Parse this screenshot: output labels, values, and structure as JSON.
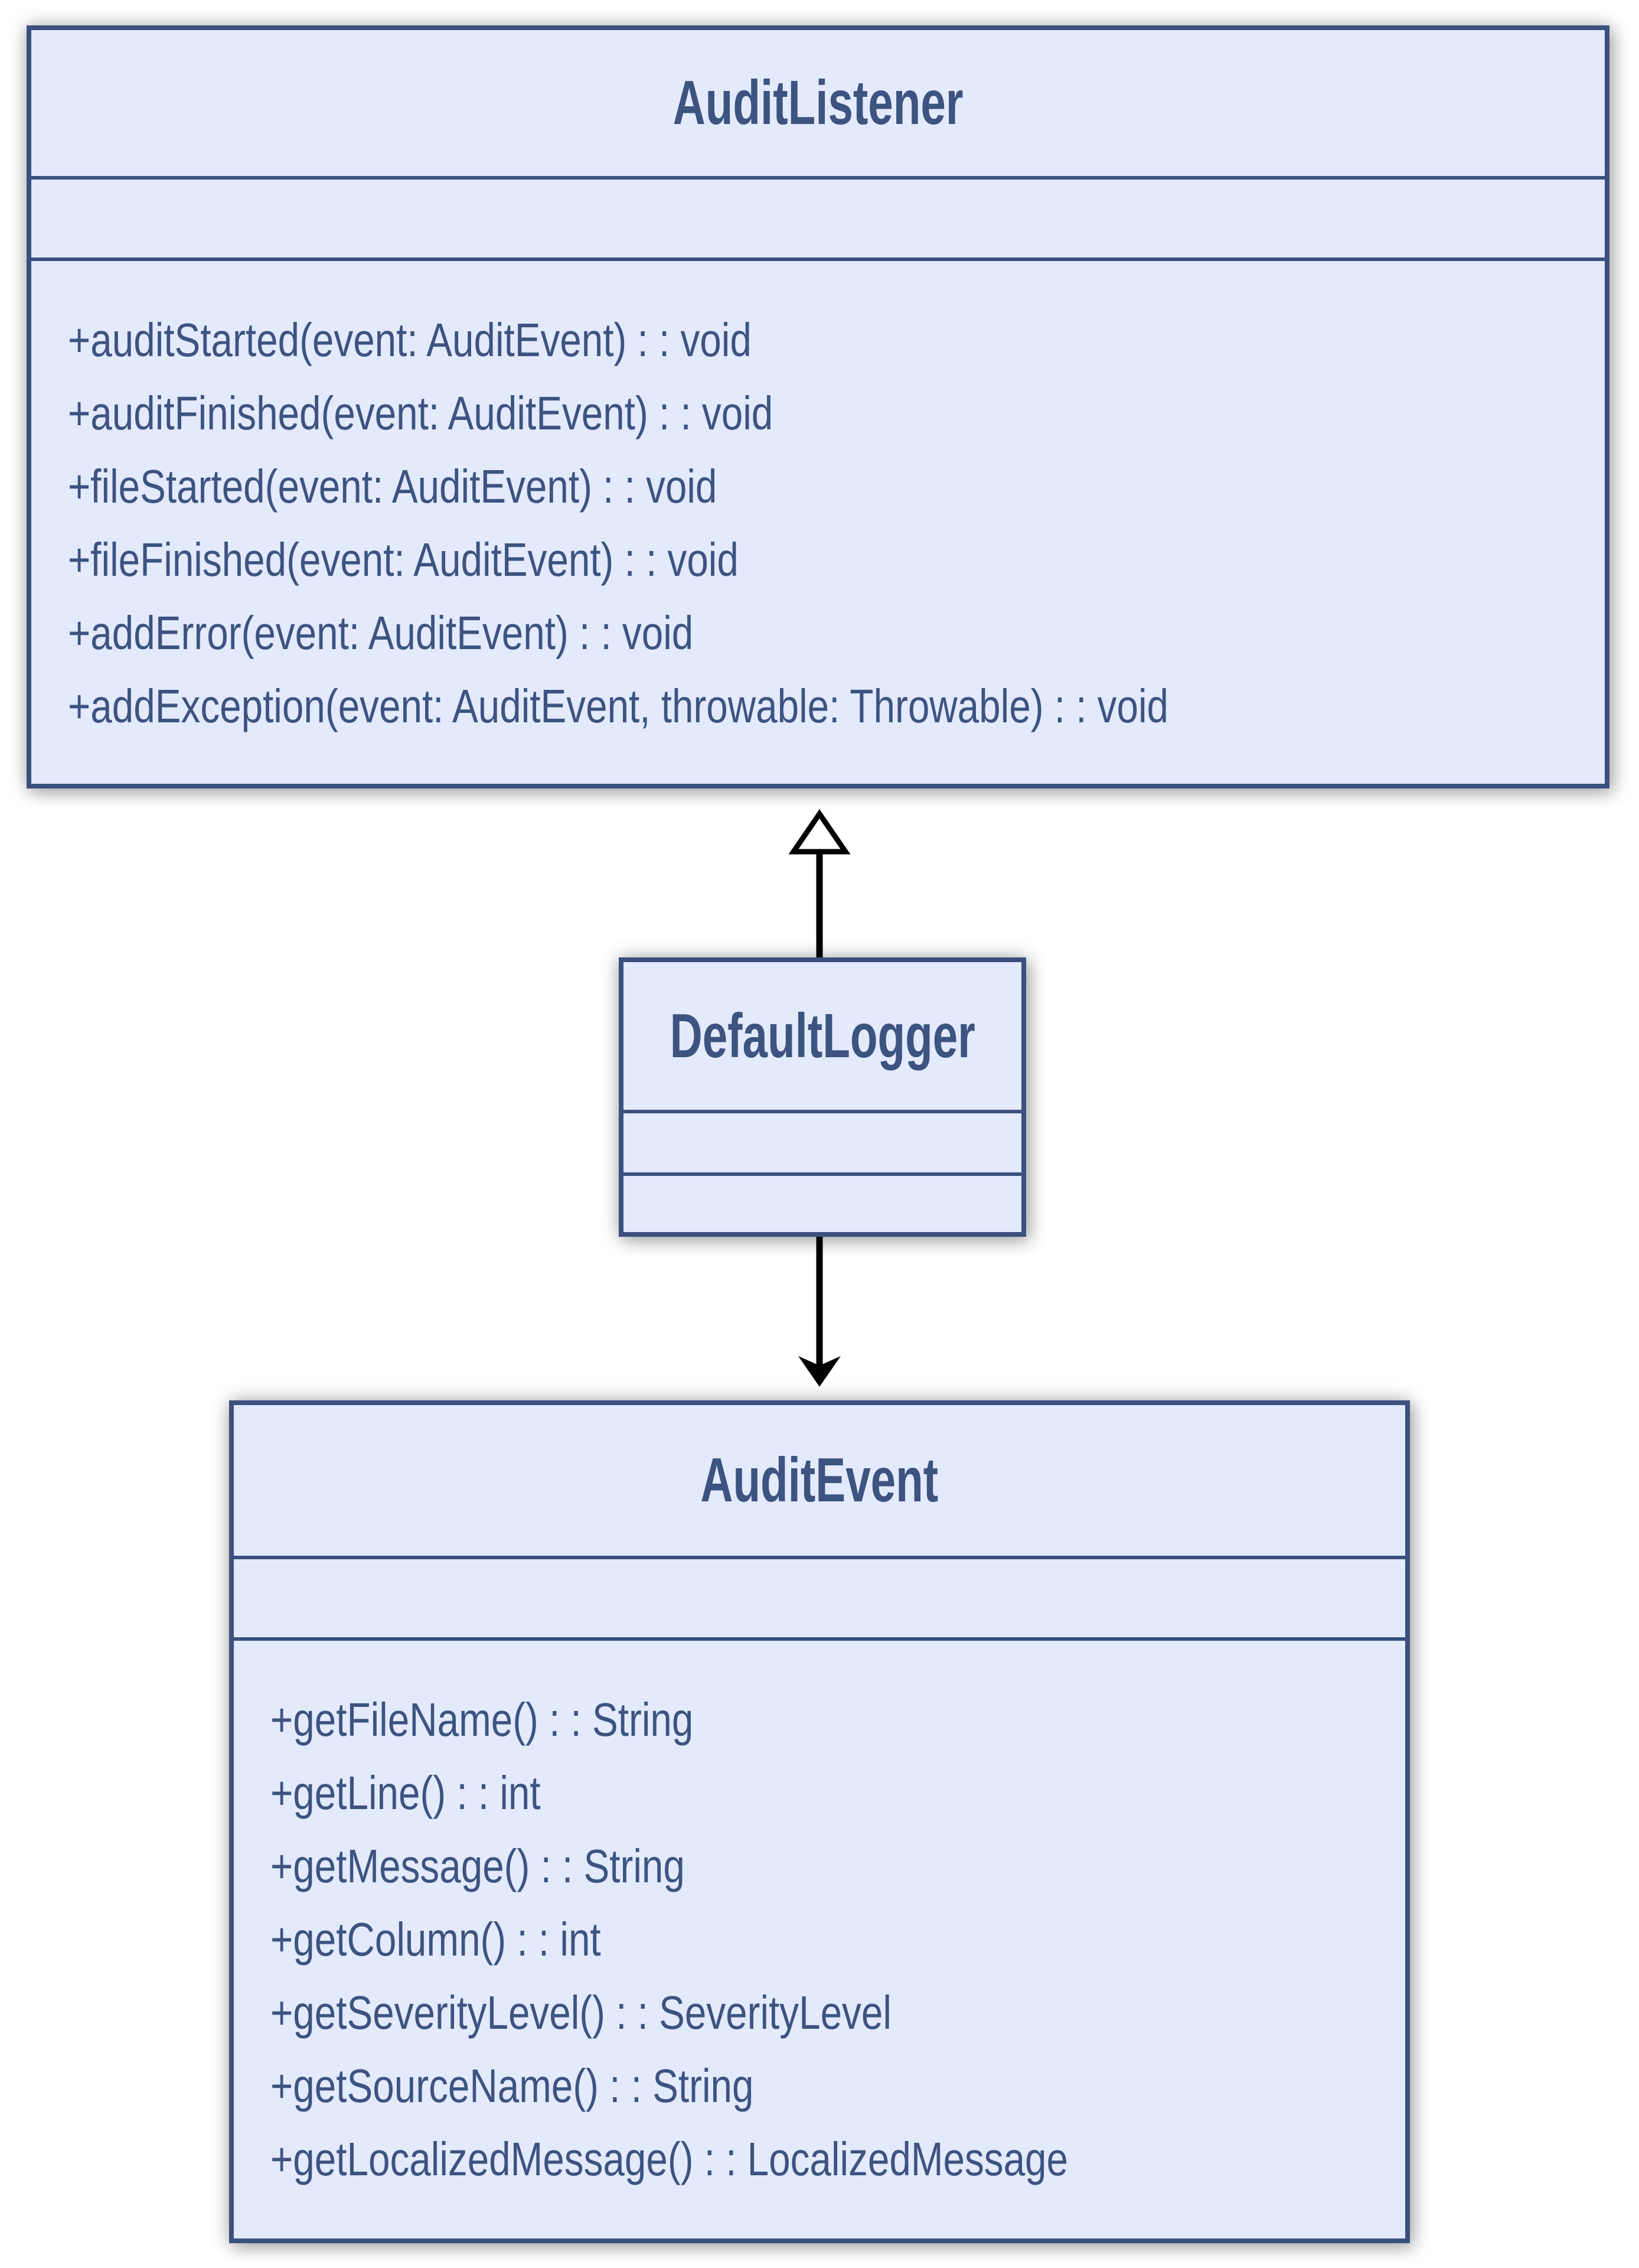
{
  "diagram": {
    "type": "uml-class-diagram",
    "classes": [
      {
        "id": "audit-listener",
        "name": "AuditListener",
        "attributes": [],
        "methods": [
          "+auditStarted(event: AuditEvent) : : void",
          "+auditFinished(event: AuditEvent) : : void",
          "+fileStarted(event: AuditEvent) : : void",
          "+fileFinished(event: AuditEvent) : : void",
          "+addError(event: AuditEvent) : : void",
          "+addException(event: AuditEvent, throwable: Throwable) : : void"
        ]
      },
      {
        "id": "default-logger",
        "name": "DefaultLogger",
        "attributes": [],
        "methods": []
      },
      {
        "id": "audit-event",
        "name": "AuditEvent",
        "attributes": [],
        "methods": [
          "+getFileName() : : String",
          "+getLine() : : int",
          "+getMessage() : : String",
          "+getColumn() : : int",
          "+getSeverityLevel() : : SeverityLevel",
          "+getSourceName() : : String",
          "+getLocalizedMessage() : : LocalizedMessage"
        ]
      }
    ],
    "relationships": [
      {
        "from": "DefaultLogger",
        "to": "AuditListener",
        "type": "realization",
        "arrowhead": "hollow-triangle-up"
      },
      {
        "from": "DefaultLogger",
        "to": "AuditEvent",
        "type": "directed-association",
        "arrowhead": "filled-arrow-down"
      }
    ],
    "colors": {
      "box_fill": "#e2eafc",
      "box_border": "#3b507e",
      "text": "#3d5380",
      "arrow": "#000000",
      "background": "#ffffff"
    }
  }
}
